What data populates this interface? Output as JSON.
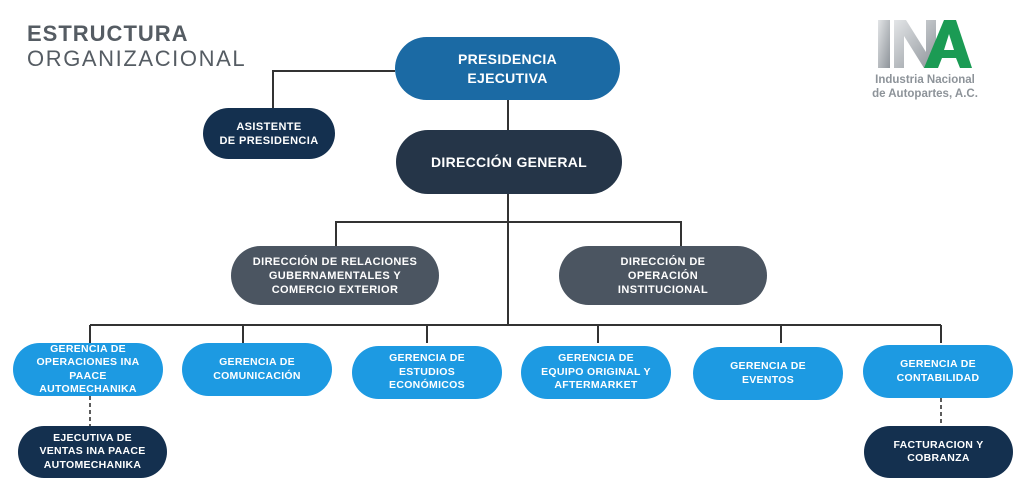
{
  "title": {
    "line1": "ESTRUCTURA",
    "line2": "ORGANIZACIONAL"
  },
  "logo": {
    "mark": "INA",
    "line1": "Industria Nacional",
    "line2": "de Autopartes, A.C.",
    "color_green": "#1b9b54",
    "color_grey": "#9aa0a6"
  },
  "colors": {
    "presidencia": "#1b6aa4",
    "direccion_general": "#253548",
    "asistente": "#14304f",
    "direcciones": "#4b5561",
    "gerencias": "#1d9ae2",
    "line": "#333333"
  },
  "nodes": {
    "presidencia": "PRESIDENCIA\nEJECUTIVA",
    "asistente": "ASISTENTE\nDE PRESIDENCIA",
    "direccion_general": "DIRECCIÓN GENERAL",
    "dir_relaciones": "DIRECCIÓN DE RELACIONES\nGUBERNAMENTALES Y\nCOMERCIO EXTERIOR",
    "dir_operacion": "DIRECCIÓN DE\nOPERACIÓN\nINSTITUCIONAL",
    "ger_operaciones": "GERENCIA DE\nOPERACIONES INA PAACE\nAUTOMECHANIKA",
    "ger_comunicacion": "GERENCIA DE\nCOMUNICACIÓN",
    "ger_estudios": "GERENCIA DE ESTUDIOS\nECONÓMICOS",
    "ger_equipo": "GERENCIA DE\nEQUIPO ORIGINAL Y\nAFTERMARKET",
    "ger_eventos": "GERENCIA DE\nEVENTOS",
    "ger_contabilidad": "GERENCIA DE\nCONTABILIDAD",
    "ejecutiva_ventas": "EJECUTIVA DE\nVENTAS INA PAACE\nAUTOMECHANIKA",
    "facturacion": "FACTURACION Y\nCOBRANZA"
  }
}
